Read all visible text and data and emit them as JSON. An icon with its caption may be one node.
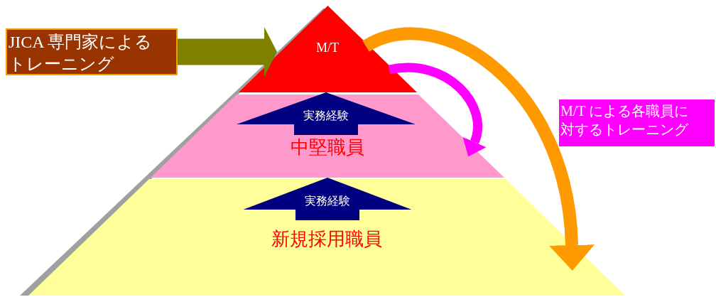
{
  "diagram": {
    "nodes": [
      {
        "text": [
          "JICA 専門家によるトレーニング"
        ]
      },
      {
        "text": [
          "M/T"
        ]
      },
      {
        "text": [
          "中堅職員"
        ]
      },
      {
        "text": [
          "新規採用職員"
        ]
      },
      {
        "text": [
          "M/T による各職員に対するトレーニング"
        ]
      }
    ],
    "edges": [
      {
        "from": 0,
        "to": 1,
        "arrow": "to",
        "color": "#808000"
      },
      {
        "from": 1,
        "to": 2,
        "arrow": "to",
        "color": "#ff00ff"
      },
      {
        "from": 1,
        "to": 3,
        "arrow": "to",
        "color": "#ff9900"
      },
      {
        "from": 2,
        "to": 1,
        "arrow": "to",
        "style": "thick",
        "label": "実務経験"
      },
      {
        "from": 3,
        "to": 2,
        "arrow": "to",
        "style": "thick",
        "label": "実務経験"
      }
    ]
  }
}
